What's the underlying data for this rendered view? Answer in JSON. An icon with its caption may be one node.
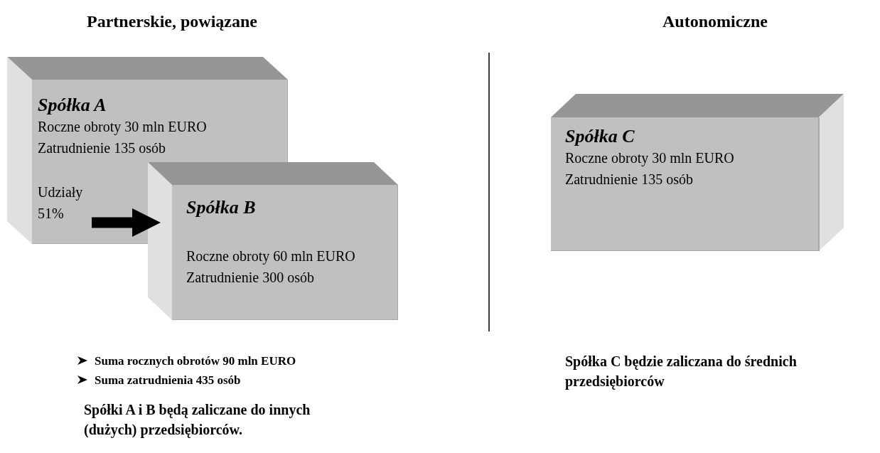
{
  "diagram": {
    "nodes": [
      {
        "text": [
          "Spółka A",
          "Roczne obroty 30 mln EURO",
          "Zatrudnienie 135 osób",
          "Udziały 51%"
        ]
      },
      {
        "text": [
          "Spółka B",
          "Roczne obroty 60 mln EURO",
          "Zatrudnienie 300 osób"
        ]
      },
      {
        "text": [
          "Spółka C",
          "Roczne obroty 30 mln EURO",
          "Zatrudnienie 135 osób"
        ]
      }
    ],
    "edges": [
      {
        "from": 0,
        "to": 1,
        "arrow": "to"
      }
    ],
    "labels": [
      "Partnerskie, powiązane",
      "Autonomiczne",
      "Suma rocznych obrotów 90 mln EURO",
      "Suma zatrudnienia 435 osób",
      "Spółki A i B będą zaliczane do innych (dużych) przedsiębiorców.",
      "Spółka C będzie zaliczana do średnich przedsiębiorców"
    ]
  }
}
